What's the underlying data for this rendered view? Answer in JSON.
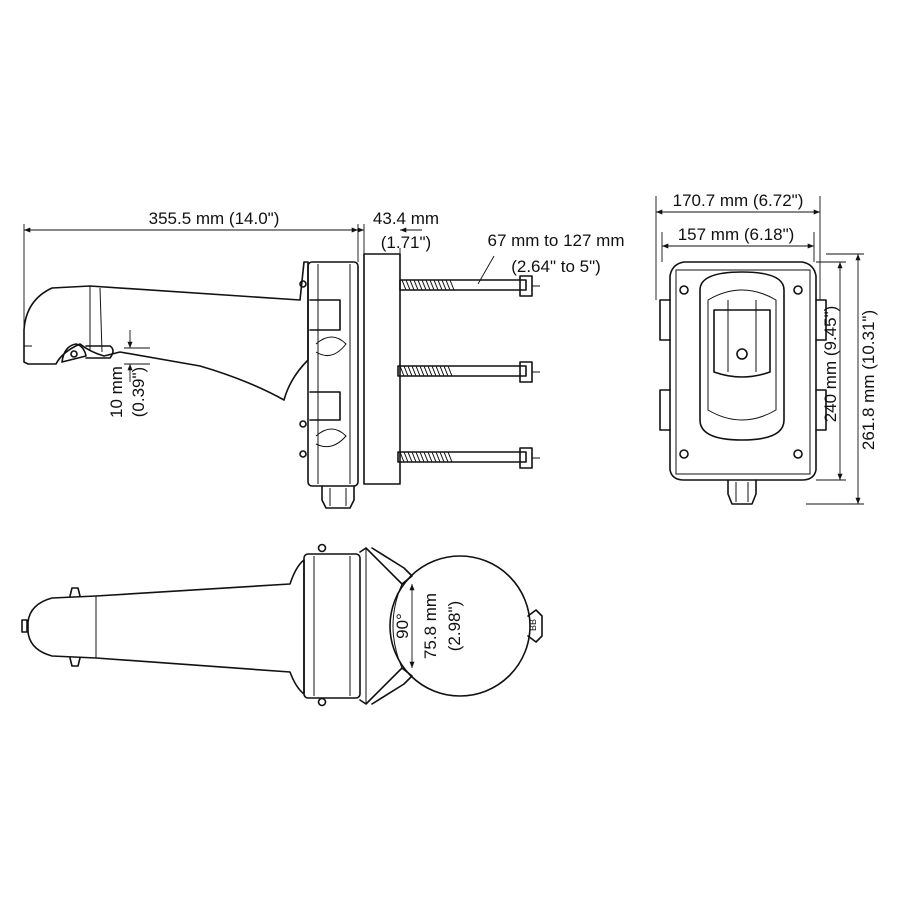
{
  "dimensions": {
    "arm_length": "355.5 mm (14.0\")",
    "box_depth_mm": "43.4 mm",
    "box_depth_in": "(1.71\")",
    "strap_range_mm": "67 mm to 127 mm",
    "strap_range_in": "(2.64\" to 5\")",
    "offset_mm": "10 mm",
    "offset_in": "(0.39\")",
    "outer_width": "170.7 mm (6.72\")",
    "inner_width": "157 mm (6.18\")",
    "inner_height": "240 mm (9.45\")",
    "outer_height": "261.8 mm (10.31\")",
    "angle": "90°",
    "pole_depth_mm": "75.8 mm",
    "pole_depth_in": "(2.98\")"
  }
}
